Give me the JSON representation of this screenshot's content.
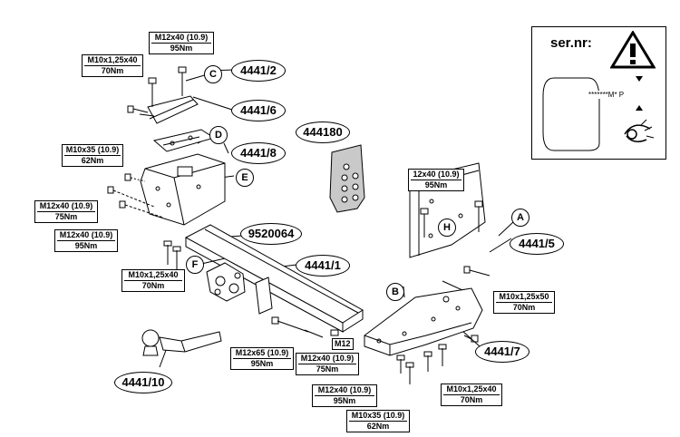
{
  "part_labels": {
    "p4441_2": "4441/2",
    "p4441_6": "4441/6",
    "p4441_8": "4441/8",
    "p444180": "444180",
    "p9520064": "9520064",
    "p4441_1": "4441/1",
    "p4441_5": "4441/5",
    "p4441_7": "4441/7",
    "p4441_10": "4441/10"
  },
  "letters": {
    "a": "A",
    "b": "B",
    "c": "C",
    "d": "D",
    "e": "E",
    "f": "F",
    "h": "H"
  },
  "bolt_specs": {
    "s1": {
      "size": "M12x40 (10.9)",
      "torque": "95Nm"
    },
    "s2": {
      "size": "M10x1,25x40",
      "torque": "70Nm"
    },
    "s3": {
      "size": "M10x35 (10.9)",
      "torque": "62Nm"
    },
    "s4": {
      "size": "M12x40 (10.9)",
      "torque": "75Nm"
    },
    "s5": {
      "size": "M12x40 (10.9)",
      "torque": "95Nm"
    },
    "s6": {
      "size": "M10x1,25x40",
      "torque": "70Nm"
    },
    "s7": {
      "size": "12x40 (10.9)",
      "torque": "95Nm"
    },
    "s8": {
      "size": "M10x1,25x50",
      "torque": "70Nm"
    },
    "s9": {
      "size": "M12x65 (10.9)",
      "torque": "95Nm"
    },
    "s10": {
      "size": "M12x40 (10.9)",
      "torque": "75Nm"
    },
    "s11": {
      "size": "M12x40 (10.9)",
      "torque": "95Nm"
    },
    "s12": {
      "size": "M10x1,25x40",
      "torque": "70Nm"
    },
    "s13": {
      "size": "M10x35 (10.9)",
      "torque": "62Nm"
    }
  },
  "m12_label": "M12",
  "serial_panel": {
    "title": "ser.nr:",
    "code": "*******M* P",
    "warning_icon": "warning-triangle-icon",
    "eye_icon": "eye-icon"
  }
}
